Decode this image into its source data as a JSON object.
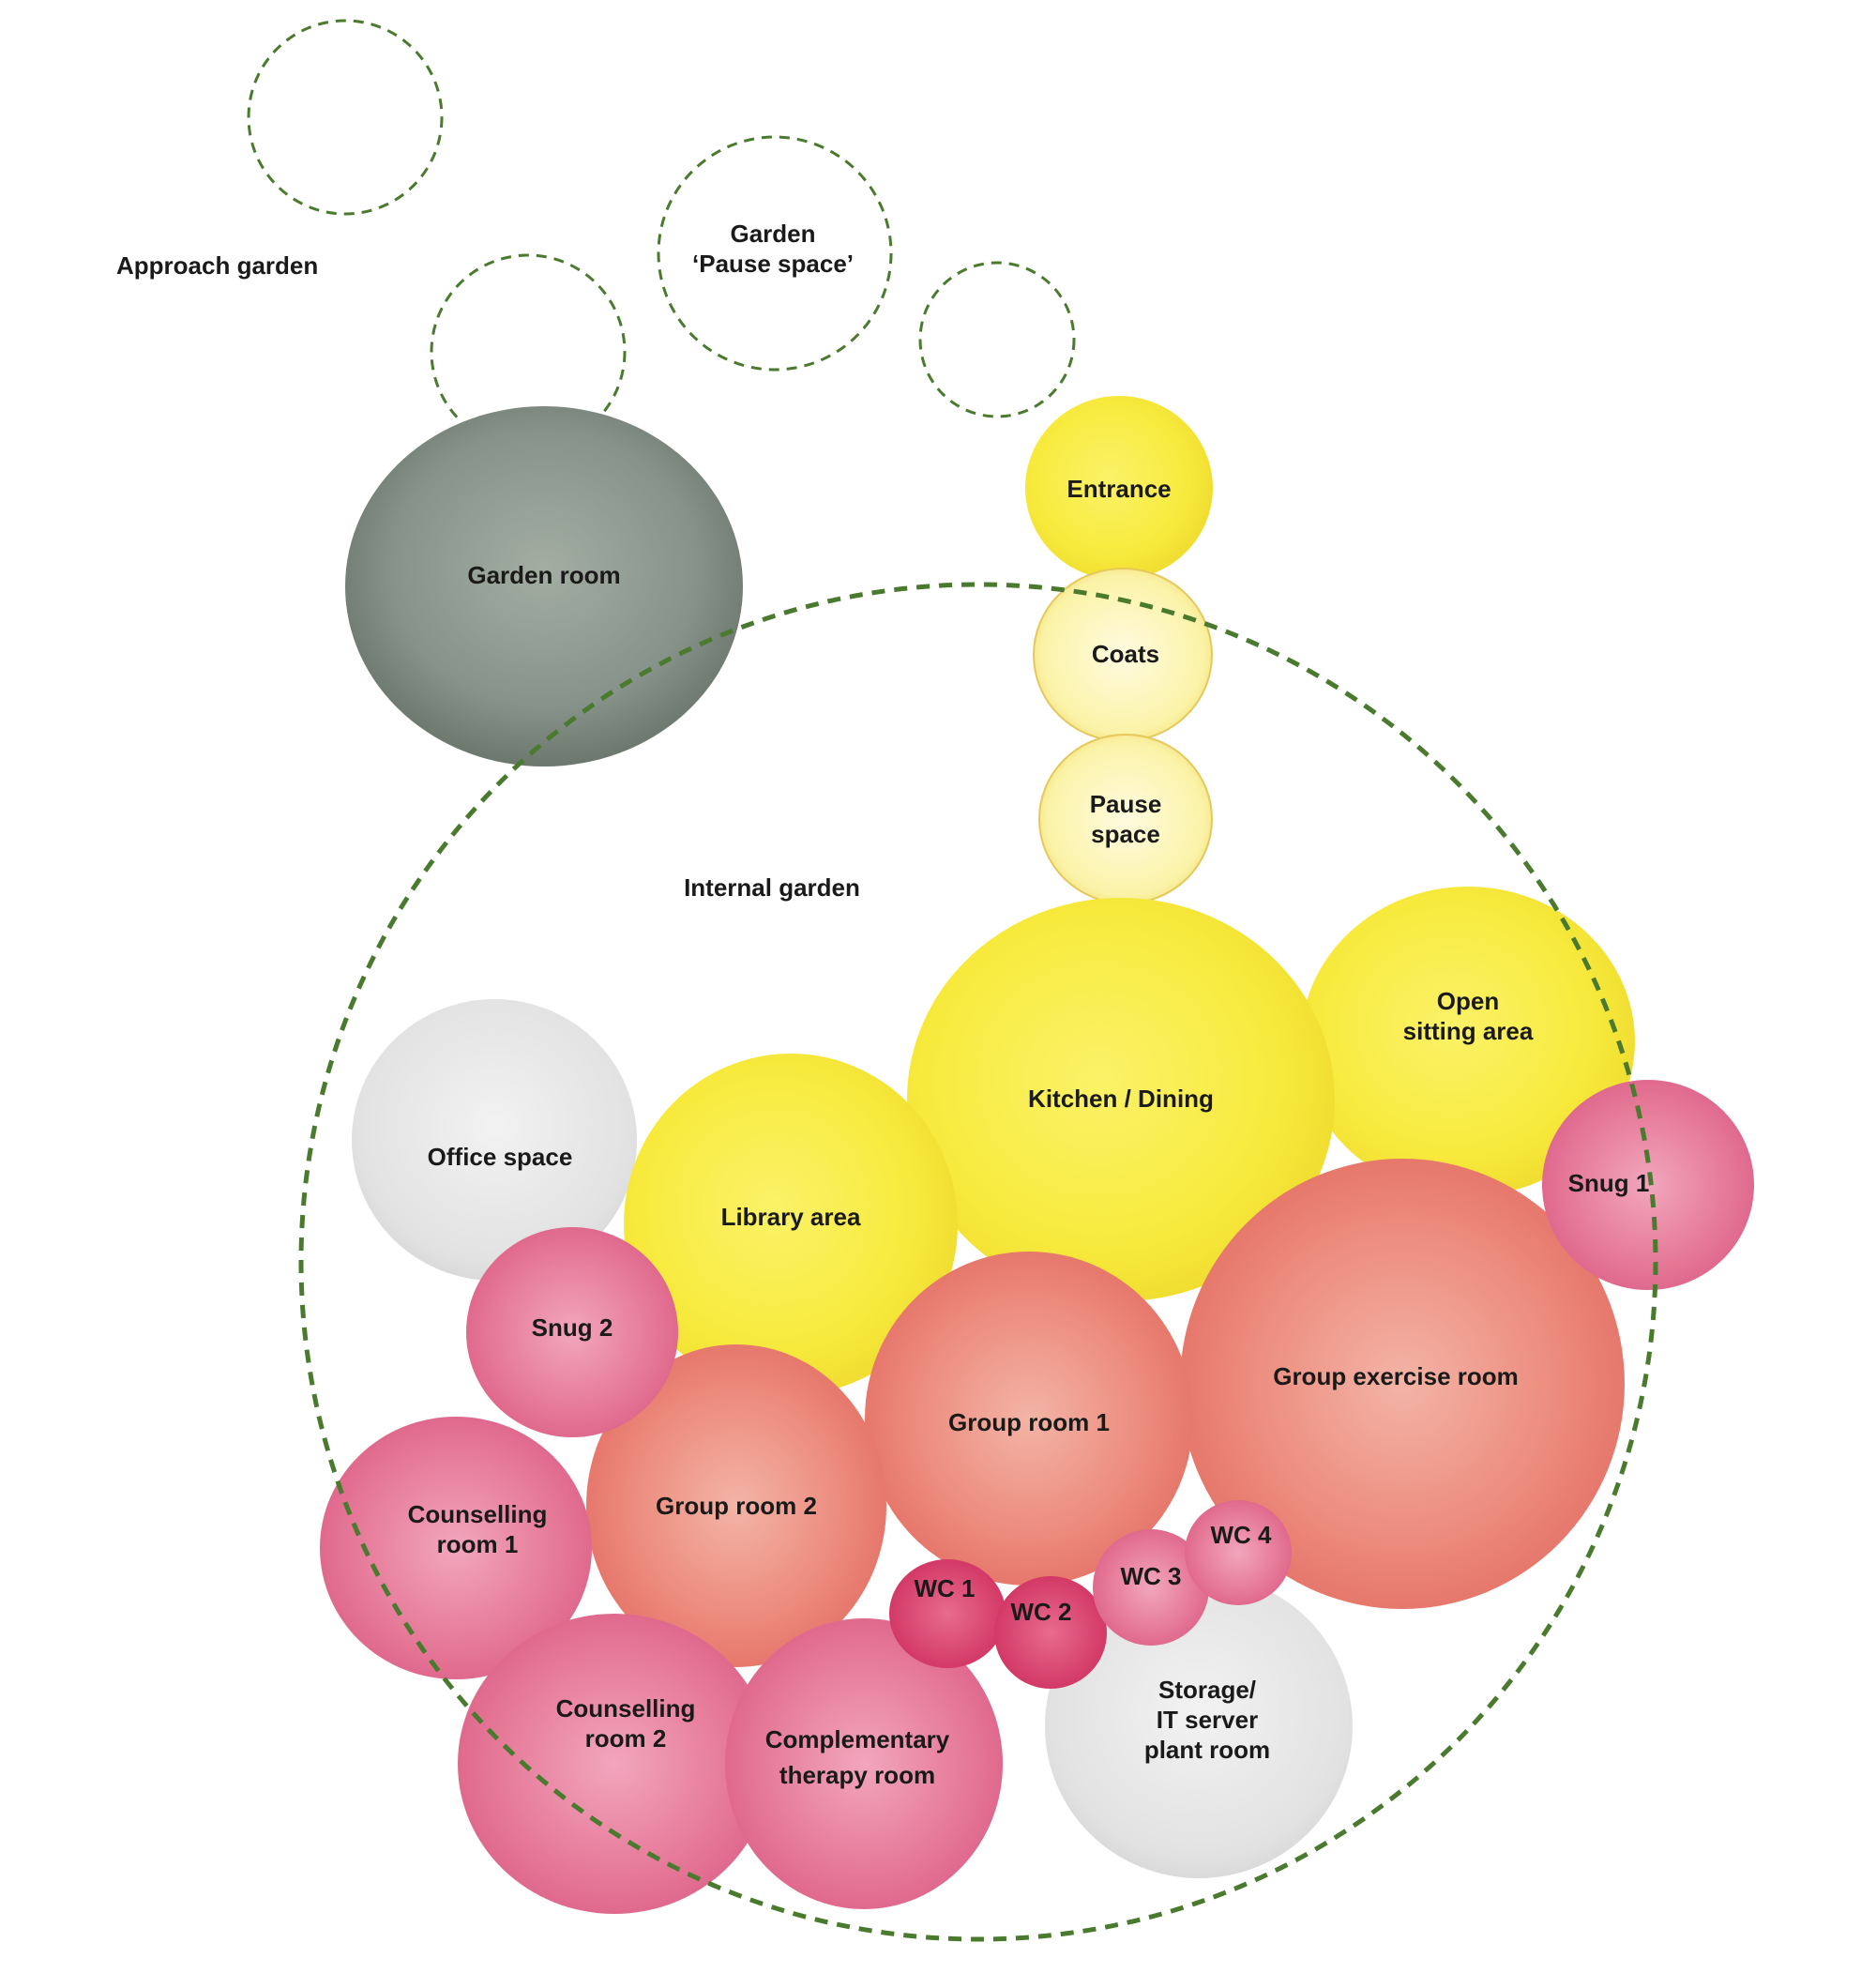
{
  "colors": {
    "garden_outline": "#4a7a2e",
    "garden_room": "#7d8a7d",
    "yellow": "#f6ea3a",
    "pale_yellow": "#fbf3a0",
    "coral": "#e8766c",
    "pink": "#e06b8f",
    "crimson": "#d83f6c",
    "grey": "#dcdcdc"
  },
  "labels": {
    "approach_garden": "Approach garden",
    "garden_pause_line1": "Garden",
    "garden_pause_line2": "‘Pause space’",
    "internal_garden": "Internal garden"
  },
  "rooms": {
    "garden_room": "Garden room",
    "entrance": "Entrance",
    "coats": "Coats",
    "pause_space_line1": "Pause",
    "pause_space_line2": "space",
    "open_sitting_line1": "Open",
    "open_sitting_line2": "sitting area",
    "kitchen_dining": "Kitchen / Dining",
    "office_space": "Office space",
    "library_area": "Library area",
    "snug_1": "Snug 1",
    "snug_2": "Snug 2",
    "group_exercise_room": "Group exercise room",
    "group_room_1": "Group room 1",
    "group_room_2": "Group room 2",
    "counselling_room_1_line1": "Counselling",
    "counselling_room_1_line2": "room 1",
    "counselling_room_2_line1": "Counselling",
    "counselling_room_2_line2": "room 2",
    "complementary_line1": "Complementary",
    "complementary_line2": "therapy room",
    "wc_1": "WC 1",
    "wc_2": "WC 2",
    "wc_3": "WC 3",
    "wc_4": "WC 4",
    "storage_line1": "Storage/",
    "storage_line2": "IT server",
    "storage_line3": "plant room"
  }
}
